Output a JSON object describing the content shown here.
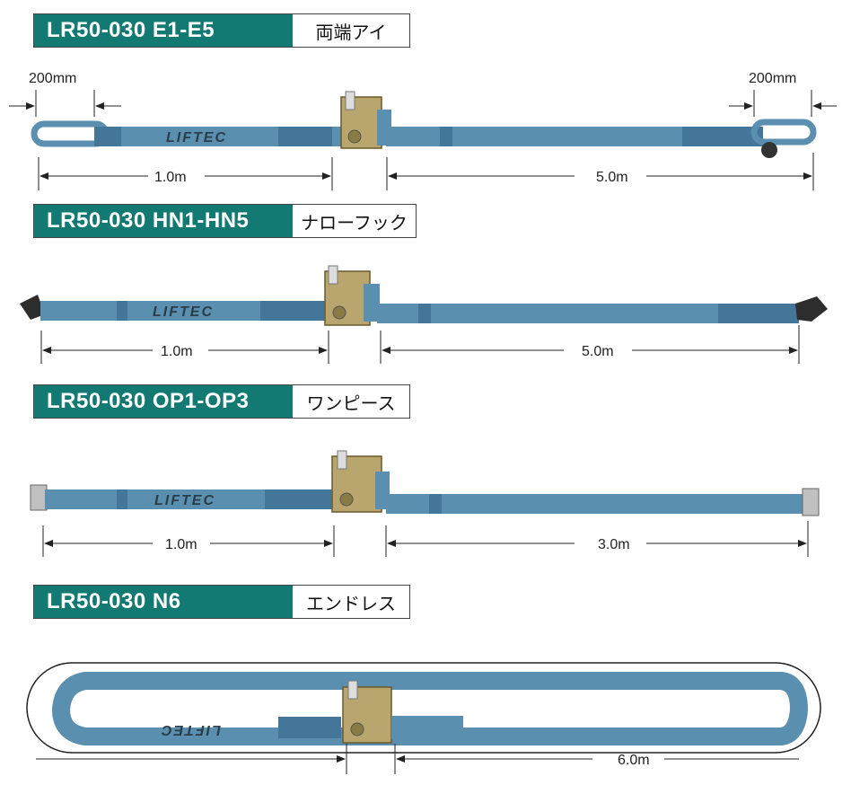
{
  "sections": [
    {
      "code": "LR50-030 E1-E5",
      "kind": "両端アイ",
      "left": "1.0m",
      "right": "5.0m",
      "eye_left": "200mm",
      "eye_right": "200mm"
    },
    {
      "code": "LR50-030 HN1-HN5",
      "kind": "ナローフック",
      "left": "1.0m",
      "right": "5.0m"
    },
    {
      "code": "LR50-030 OP1-OP3",
      "kind": "ワンピース",
      "left": "1.0m",
      "right": "3.0m"
    },
    {
      "code": "LR50-030 N6",
      "kind": "エンドレス",
      "right": "6.0m"
    }
  ],
  "brand": "LIFTEC",
  "colors": {
    "label_bg": "#137a73",
    "strap": "#5a8fb0",
    "strap_dark": "#44769a",
    "metal": "#b9a56e"
  }
}
